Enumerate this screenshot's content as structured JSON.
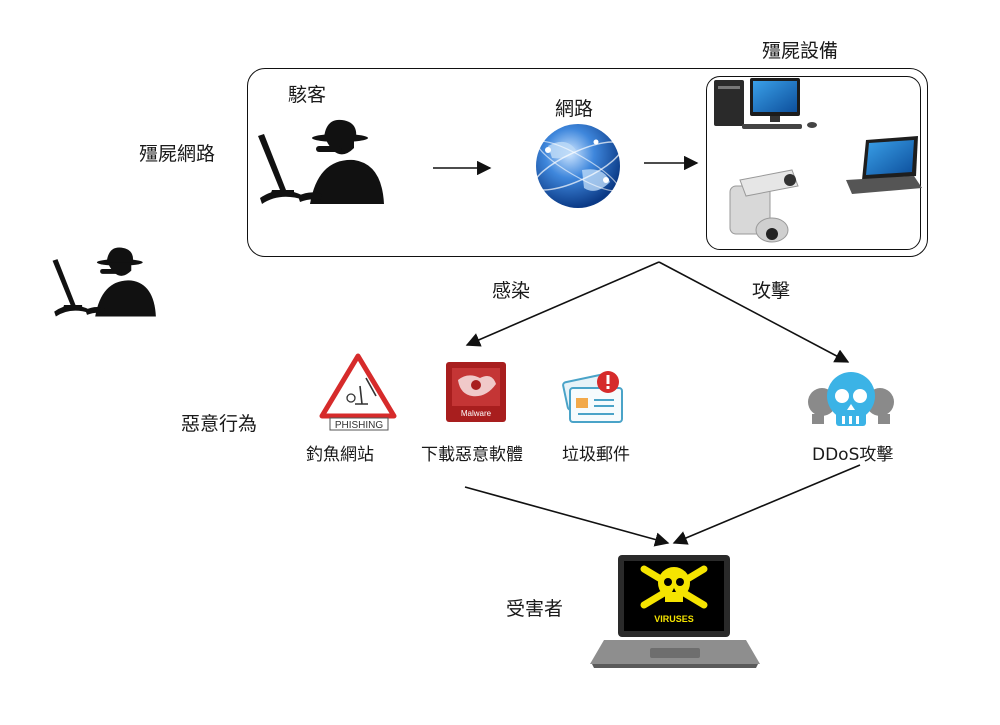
{
  "labels": {
    "zombie_device": "殭屍設備",
    "hacker": "駭客",
    "network": "網路",
    "botnet": "殭屍網路",
    "infect": "感染",
    "attack": "攻擊",
    "malicious_behavior": "惡意行為",
    "phishing_site": "釣魚網站",
    "download_malware": "下載惡意軟體",
    "spam_mail": "垃圾郵件",
    "ddos_attack": "DDoS攻擊",
    "victim": "受害者"
  },
  "icon_text": {
    "phishing": "PHISHING",
    "malware": "Malware",
    "viruses": "VIRUSES"
  },
  "colors": {
    "line": "#111111",
    "phishing_red": "#d62b2b",
    "malware_red": "#a81e1e",
    "skull_blue": "#3bb3e6",
    "skull_gray": "#8a8a8a",
    "viruses_yellow": "#f5e400",
    "globe_blue": "#2a6fc9"
  },
  "icons": [
    "hacker-icon",
    "globe-icon",
    "desktop-computer-icon",
    "laptop-icon",
    "security-camera-icon",
    "phishing-warning-icon",
    "malware-icon",
    "spam-mail-icon",
    "ddos-skull-icon",
    "infected-laptop-icon"
  ]
}
